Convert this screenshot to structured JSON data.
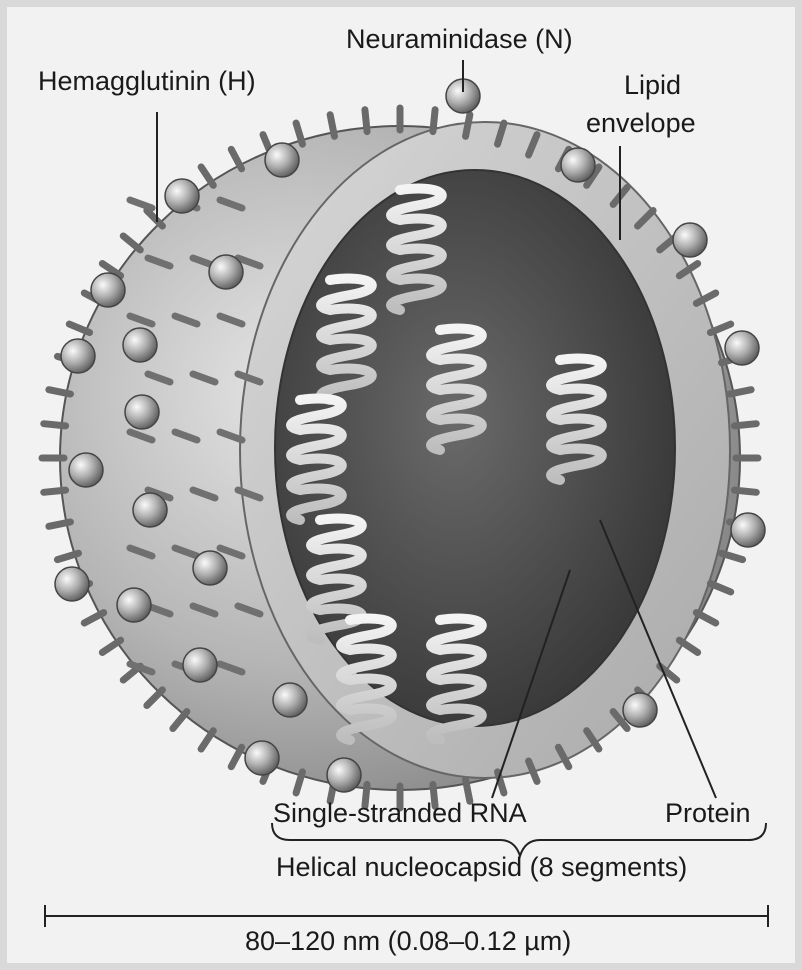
{
  "labels": {
    "neuraminidase": "Neuraminidase (N)",
    "hemagglutinin": "Hemagglutinin (H)",
    "lipid_line1": "Lipid",
    "lipid_line2": "envelope",
    "rna": "Single-stranded RNA",
    "protein": "Protein",
    "nucleocapsid": "Helical nucleocapsid (8 segments)",
    "scale": "80–120 nm (0.08–0.12 µm)"
  },
  "icons": [
    "neuraminidase-knob-icon",
    "hemagglutinin-spike-icon",
    "helical-segment-icon"
  ]
}
